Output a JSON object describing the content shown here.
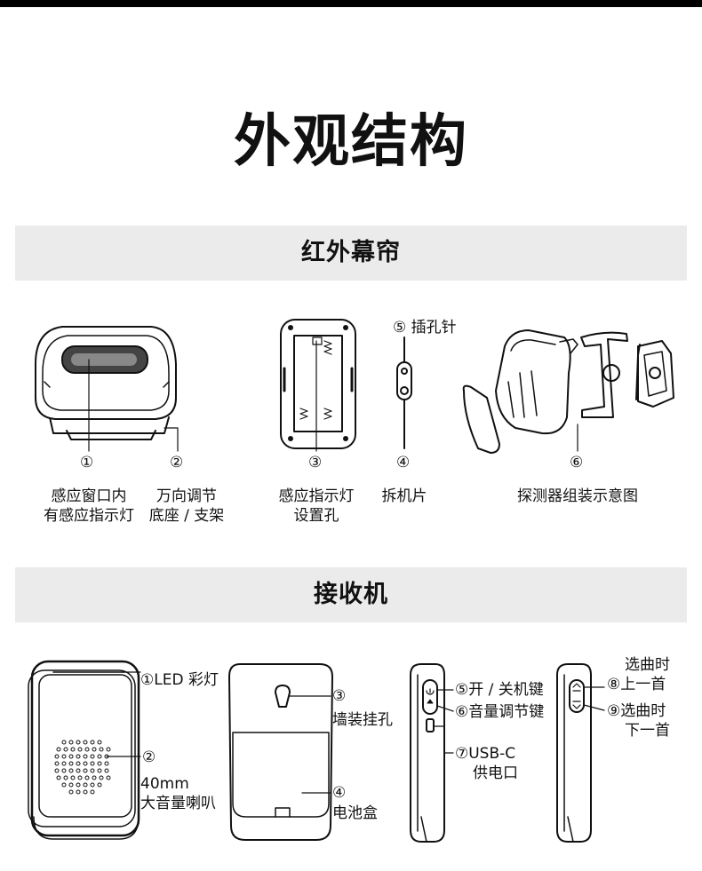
{
  "page": {
    "title": "外观结构"
  },
  "section1": {
    "title": "红外幕帘",
    "labels": {
      "p1": "感应窗口内",
      "p1b": "有感应指示灯",
      "p2": "万向调节",
      "p2b": "底座 / 支架",
      "p3": "感应指示灯",
      "p3b": "设置孔",
      "p4": "拆机片",
      "p5": "⑤ 插孔针",
      "p6": "探测器组装示意图"
    },
    "markers": {
      "m1": "①",
      "m2": "②",
      "m3": "③",
      "m4": "④",
      "m6": "⑥"
    }
  },
  "section2": {
    "title": "接收机",
    "labels": {
      "led": "①LED 彩灯",
      "speaker_mark": "②",
      "speaker1": "40mm",
      "speaker2": "大音量喇叭",
      "hole": "③",
      "hole_text": "墙装挂孔",
      "battery": "④",
      "battery_text": "电池盒",
      "power": "⑤开 / 关机键",
      "volume": "⑥音量调节键",
      "usb": "⑦USB-C",
      "usb2": "供电口",
      "prev1": "选曲时",
      "prev2": "⑧上一首",
      "next1": "⑨选曲时",
      "next2": "下一首"
    }
  }
}
